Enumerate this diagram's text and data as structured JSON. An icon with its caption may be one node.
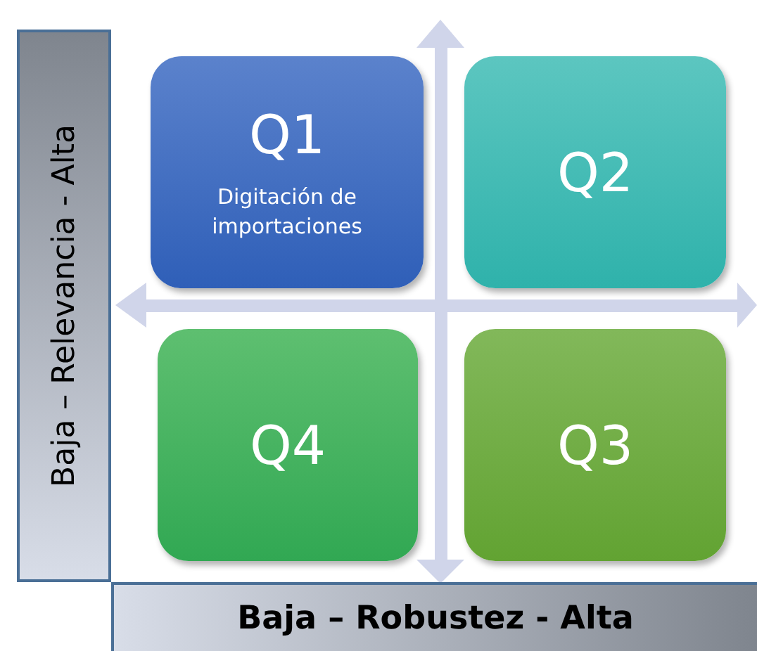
{
  "diagram": {
    "nodes": [
      {
        "text": [
          "Baja – Relevancia - Alta"
        ]
      },
      {
        "text": [
          "Q1",
          "Digitación de importaciones"
        ]
      },
      {
        "text": [
          "Q2"
        ]
      },
      {
        "text": [
          "Q4"
        ]
      },
      {
        "text": [
          "Q3"
        ]
      },
      {
        "text": [
          "Baja – Robustez - Alta"
        ]
      }
    ]
  }
}
